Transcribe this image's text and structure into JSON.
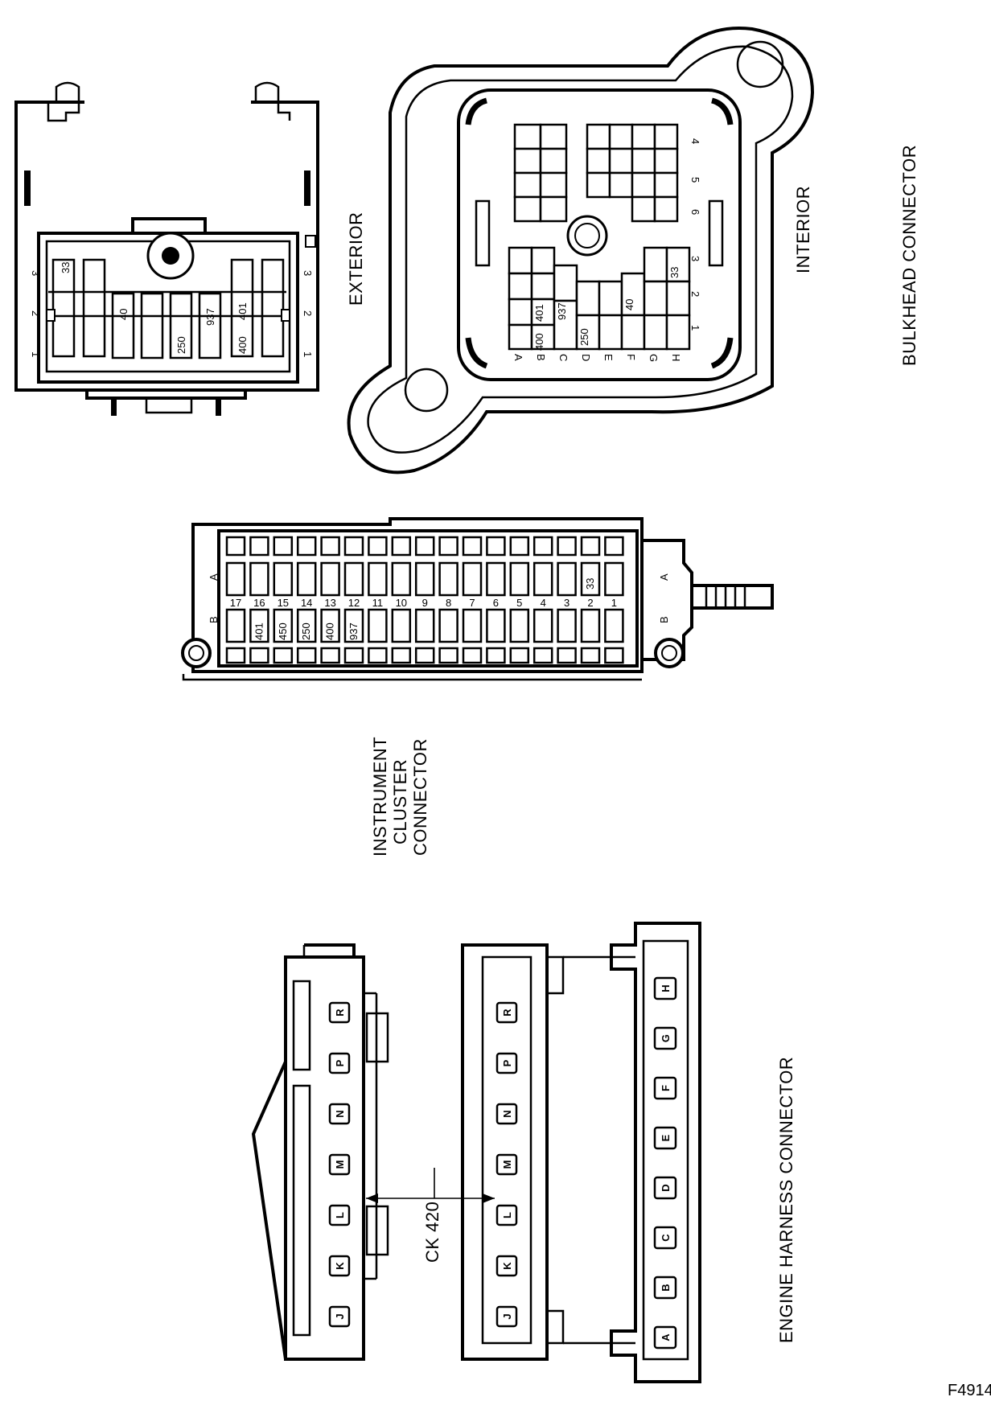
{
  "labels": {
    "exterior": "EXTERIOR",
    "interior": "INTERIOR",
    "bulkhead": "BULKHEAD CONNECTOR",
    "ic_line1": "INSTRUMENT",
    "ic_line2": "CLUSTER",
    "ic_line3": "CONNECTOR",
    "engine": "ENGINE HARNESS CONNECTOR",
    "ck": "CK 420",
    "figure_id": "F4914"
  },
  "exterior": {
    "rows": [
      "1",
      "2",
      "3"
    ],
    "wires": [
      "33",
      "40",
      "250",
      "937",
      "400",
      "401"
    ]
  },
  "interior": {
    "columns": [
      "1",
      "2",
      "3",
      "6",
      "5",
      "4"
    ],
    "rows": [
      "A",
      "B",
      "C",
      "D",
      "E",
      "F",
      "G",
      "H"
    ],
    "wires": [
      "400",
      "401",
      "937",
      "250",
      "40",
      "33"
    ]
  },
  "instrument_cluster": {
    "row_a": "A",
    "row_b": "B",
    "pins": [
      "17",
      "16",
      "15",
      "14",
      "13",
      "12",
      "11",
      "10",
      "9",
      "8",
      "7",
      "6",
      "5",
      "4",
      "3",
      "2",
      "1"
    ],
    "wires_row_b": [
      "401",
      "450",
      "250",
      "400",
      "937"
    ],
    "wire_row_a": "33"
  },
  "engine_harness": {
    "left_pins": [
      "J",
      "K",
      "L",
      "M",
      "N",
      "P",
      "R"
    ],
    "middle_pins": [
      "J",
      "K",
      "L",
      "M",
      "N",
      "P",
      "R"
    ],
    "right_pins": [
      "A",
      "B",
      "C",
      "D",
      "E",
      "F",
      "G",
      "H"
    ]
  }
}
